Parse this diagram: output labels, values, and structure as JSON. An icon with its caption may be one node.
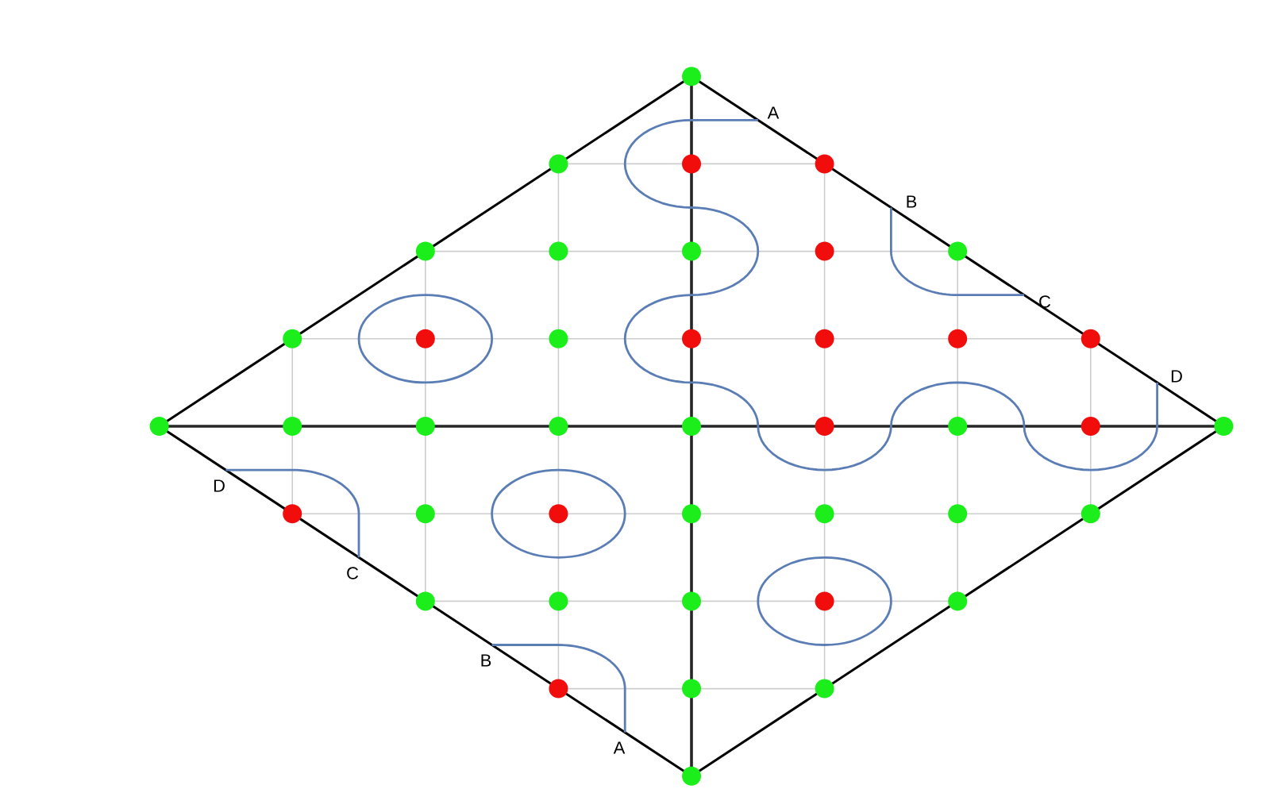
{
  "diagram": {
    "labels": [
      "A",
      "B",
      "C",
      "D",
      "D",
      "C",
      "B",
      "A"
    ]
  }
}
